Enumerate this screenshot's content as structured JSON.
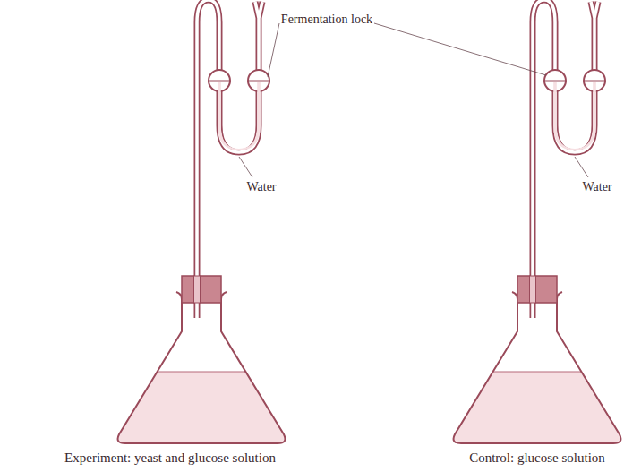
{
  "diagram": {
    "labels": [
      "Fermentation lock",
      "Water",
      "Water",
      "Experiment: yeast and glucose solution",
      "Control: glucose solution"
    ]
  }
}
